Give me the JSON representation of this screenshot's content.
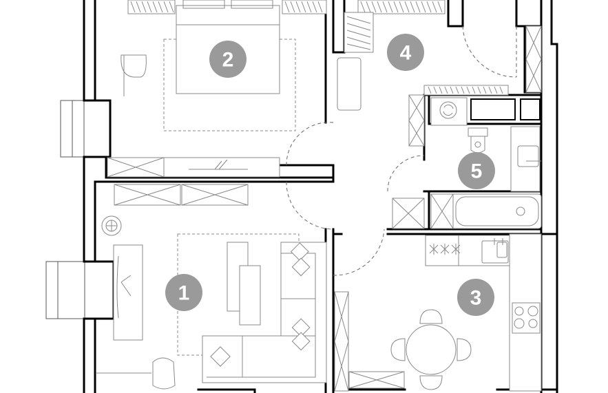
{
  "rooms": [
    {
      "number": "1"
    },
    {
      "number": "2"
    },
    {
      "number": "3"
    },
    {
      "number": "4"
    },
    {
      "number": "5"
    }
  ],
  "colors": {
    "wall": "#000000",
    "furniture": "#888888",
    "badge": "#9a9a9a",
    "badge_text": "#ffffff"
  }
}
